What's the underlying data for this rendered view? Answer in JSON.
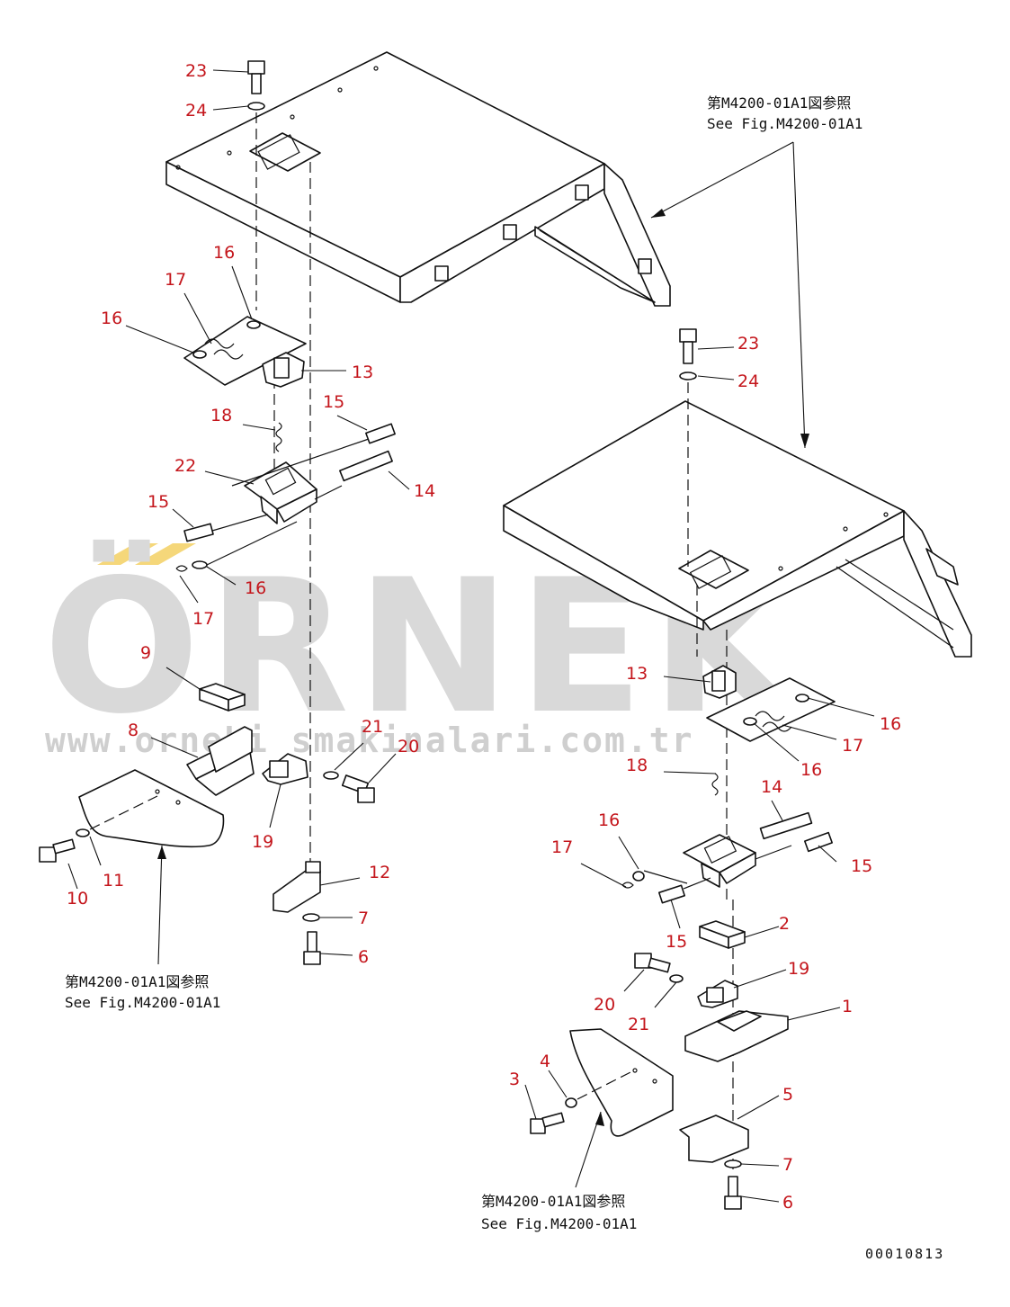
{
  "watermark": {
    "brand": "ÖRNEK",
    "url": "www.orneki smakinalari.com.tr"
  },
  "document_number": "00010813",
  "references": {
    "top_right": {
      "jp": "第M4200-01A1図参照",
      "en": "See Fig.M4200-01A1"
    },
    "bottom_left": {
      "jp": "第M4200-01A1図参照",
      "en": "See Fig.M4200-01A1"
    },
    "bottom_right": {
      "jp": "第M4200-01A1図参照",
      "en": "See Fig.M4200-01A1"
    }
  },
  "colors": {
    "callout": "#c4161c",
    "line": "#111111",
    "watermark": "#d9d9d9",
    "watermark_accent": "#f5d77a"
  },
  "left_assembly_callouts": [
    "23",
    "24",
    "16",
    "17",
    "16",
    "13",
    "18",
    "15",
    "22",
    "14",
    "15",
    "16",
    "17",
    "9",
    "8",
    "21",
    "20",
    "19",
    "11",
    "10",
    "12",
    "7",
    "6"
  ],
  "right_assembly_callouts": [
    "23",
    "24",
    "13",
    "16",
    "17",
    "16",
    "18",
    "14",
    "16",
    "17",
    "15",
    "15",
    "2",
    "19",
    "20",
    "21",
    "1",
    "3",
    "4",
    "5",
    "7",
    "6"
  ]
}
